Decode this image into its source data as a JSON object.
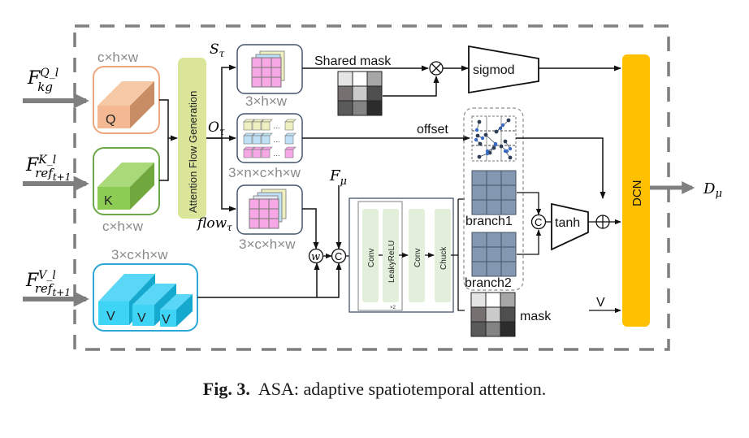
{
  "figure": {
    "caption_label": "Fig. 3.",
    "caption_text": "ASA: adaptive spatiotemporal attention."
  },
  "inputs": {
    "q": {
      "symbol": "F",
      "sup": "Q_l",
      "sub": "kg"
    },
    "k": {
      "symbol": "F",
      "sup": "K_l",
      "sub": "ref",
      "subsub": "t+1"
    },
    "v": {
      "symbol": "F",
      "sup": "V_l",
      "sub": "ref",
      "subsub": "t+1"
    }
  },
  "blocks": {
    "q_block": {
      "letter": "Q",
      "dim": "c×h×w",
      "color": "#f4b992",
      "border": "#eda77e"
    },
    "k_block": {
      "letter": "K",
      "dim": "c×h×w",
      "color": "#8ccc55",
      "border": "#6fa84a"
    },
    "v_block": {
      "letters": [
        "V",
        "V",
        "V"
      ],
      "dim": "3×c×h×w",
      "color": "#3ed4f5",
      "border": "#2ba7d8"
    },
    "attention_flow": {
      "label": "Attention Flow Generation",
      "color": "#dbe59a"
    },
    "s_tau": {
      "label": "S",
      "sub": "τ",
      "dim": "3×h×w"
    },
    "o_tau": {
      "label": "O",
      "sub": "τ",
      "dim": "3×n×c×h×w"
    },
    "flow_tau": {
      "label": "flow",
      "sub": "τ",
      "dim": "3×c×h×w"
    },
    "f_mu": {
      "label": "F",
      "sub": "μ"
    },
    "warp_op": {
      "label": "w"
    },
    "concat_op": {
      "label": "C"
    },
    "conv_group": {
      "items": [
        "Conv",
        "LeakyReLU",
        "Conv",
        "Chuck"
      ],
      "repeat": "×2"
    },
    "shared_mask": {
      "label": "Shared mask"
    },
    "multiply_op": {
      "label": "⊗"
    },
    "sigmoid": {
      "label": "sigmod"
    },
    "offset": {
      "label": "offset"
    },
    "branch1": {
      "label": "branch1"
    },
    "branch2": {
      "label": "branch2"
    },
    "mask": {
      "label": "mask"
    },
    "concat_op2": {
      "label": "C"
    },
    "tanh": {
      "label": "tanh"
    },
    "add_op": {
      "label": "⊕"
    },
    "v_input": {
      "label": "V"
    },
    "dcn": {
      "label": "DCN",
      "color": "#ffc000"
    },
    "output": {
      "label": "D",
      "sub": "μ"
    }
  },
  "colors": {
    "pink": "#f7a6e6",
    "yellow": "#eef0c0",
    "blue": "#bfe0f5",
    "branch": "#8497b0",
    "arrow_gray": "#7f7f7f"
  },
  "mask_grays": [
    "#e4e4e4",
    "#ffffff",
    "#a6a6a6",
    "#777070",
    "#cacaca",
    "#4e4e4e",
    "#5a5a5a",
    "#848484",
    "#2c2c2c"
  ]
}
